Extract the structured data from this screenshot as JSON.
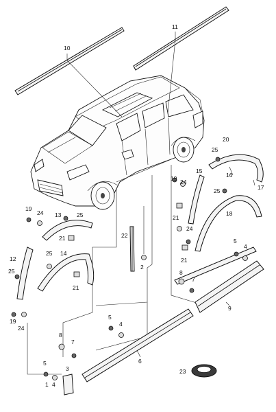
{
  "callouts": {
    "c1": "1",
    "c2": "2",
    "c3": "3",
    "c4a": "4",
    "c4b": "4",
    "c4c": "4",
    "c5a": "5",
    "c5b": "5",
    "c5c": "5",
    "c6": "6",
    "c7a": "7",
    "c7b": "7",
    "c8a": "8",
    "c8b": "8",
    "c9": "9",
    "c10": "10",
    "c11": "11",
    "c12": "12",
    "c13": "13",
    "c14": "14",
    "c15": "15",
    "c16": "16",
    "c17": "17",
    "c18": "18",
    "c19a": "19",
    "c19b": "19",
    "c19c": "19",
    "c20": "20",
    "c21a": "21",
    "c21b": "21",
    "c21c": "21",
    "c21d": "21",
    "c22": "22",
    "c23": "23",
    "c24a": "24",
    "c24b": "24",
    "c24c": "24",
    "c24d": "24",
    "c25a": "25",
    "c25b": "25",
    "c25c": "25",
    "c25d": "25",
    "c25e": "25"
  }
}
